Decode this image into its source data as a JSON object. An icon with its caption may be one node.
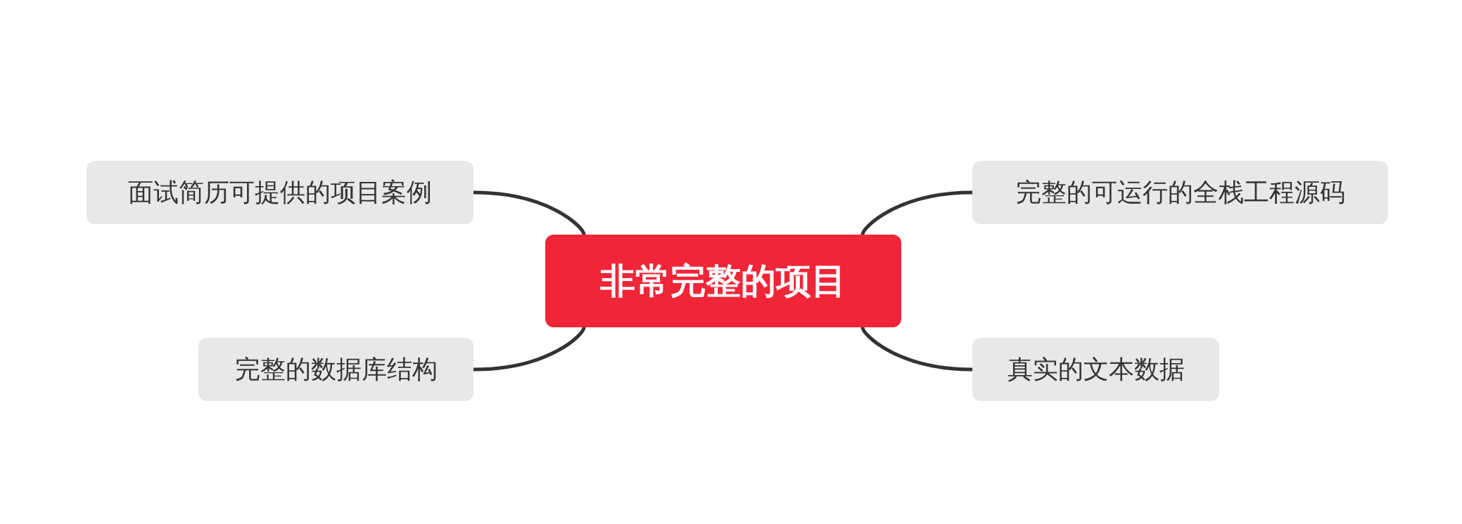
{
  "diagram": {
    "nodes": [
      {
        "text": [
          "非常完整的项目"
        ]
      },
      {
        "text": [
          "面试简历可提供的项目案例"
        ]
      },
      {
        "text": [
          "完整的可运行的全栈工程源码"
        ]
      },
      {
        "text": [
          "完整的数据库结构"
        ]
      },
      {
        "text": [
          "真实的文本数据"
        ]
      }
    ],
    "edges": [
      {
        "from": 0,
        "to": 1,
        "arrow": "none"
      },
      {
        "from": 0,
        "to": 2,
        "arrow": "none"
      },
      {
        "from": 0,
        "to": 3,
        "arrow": "none"
      },
      {
        "from": 0,
        "to": 4,
        "arrow": "none"
      }
    ]
  }
}
